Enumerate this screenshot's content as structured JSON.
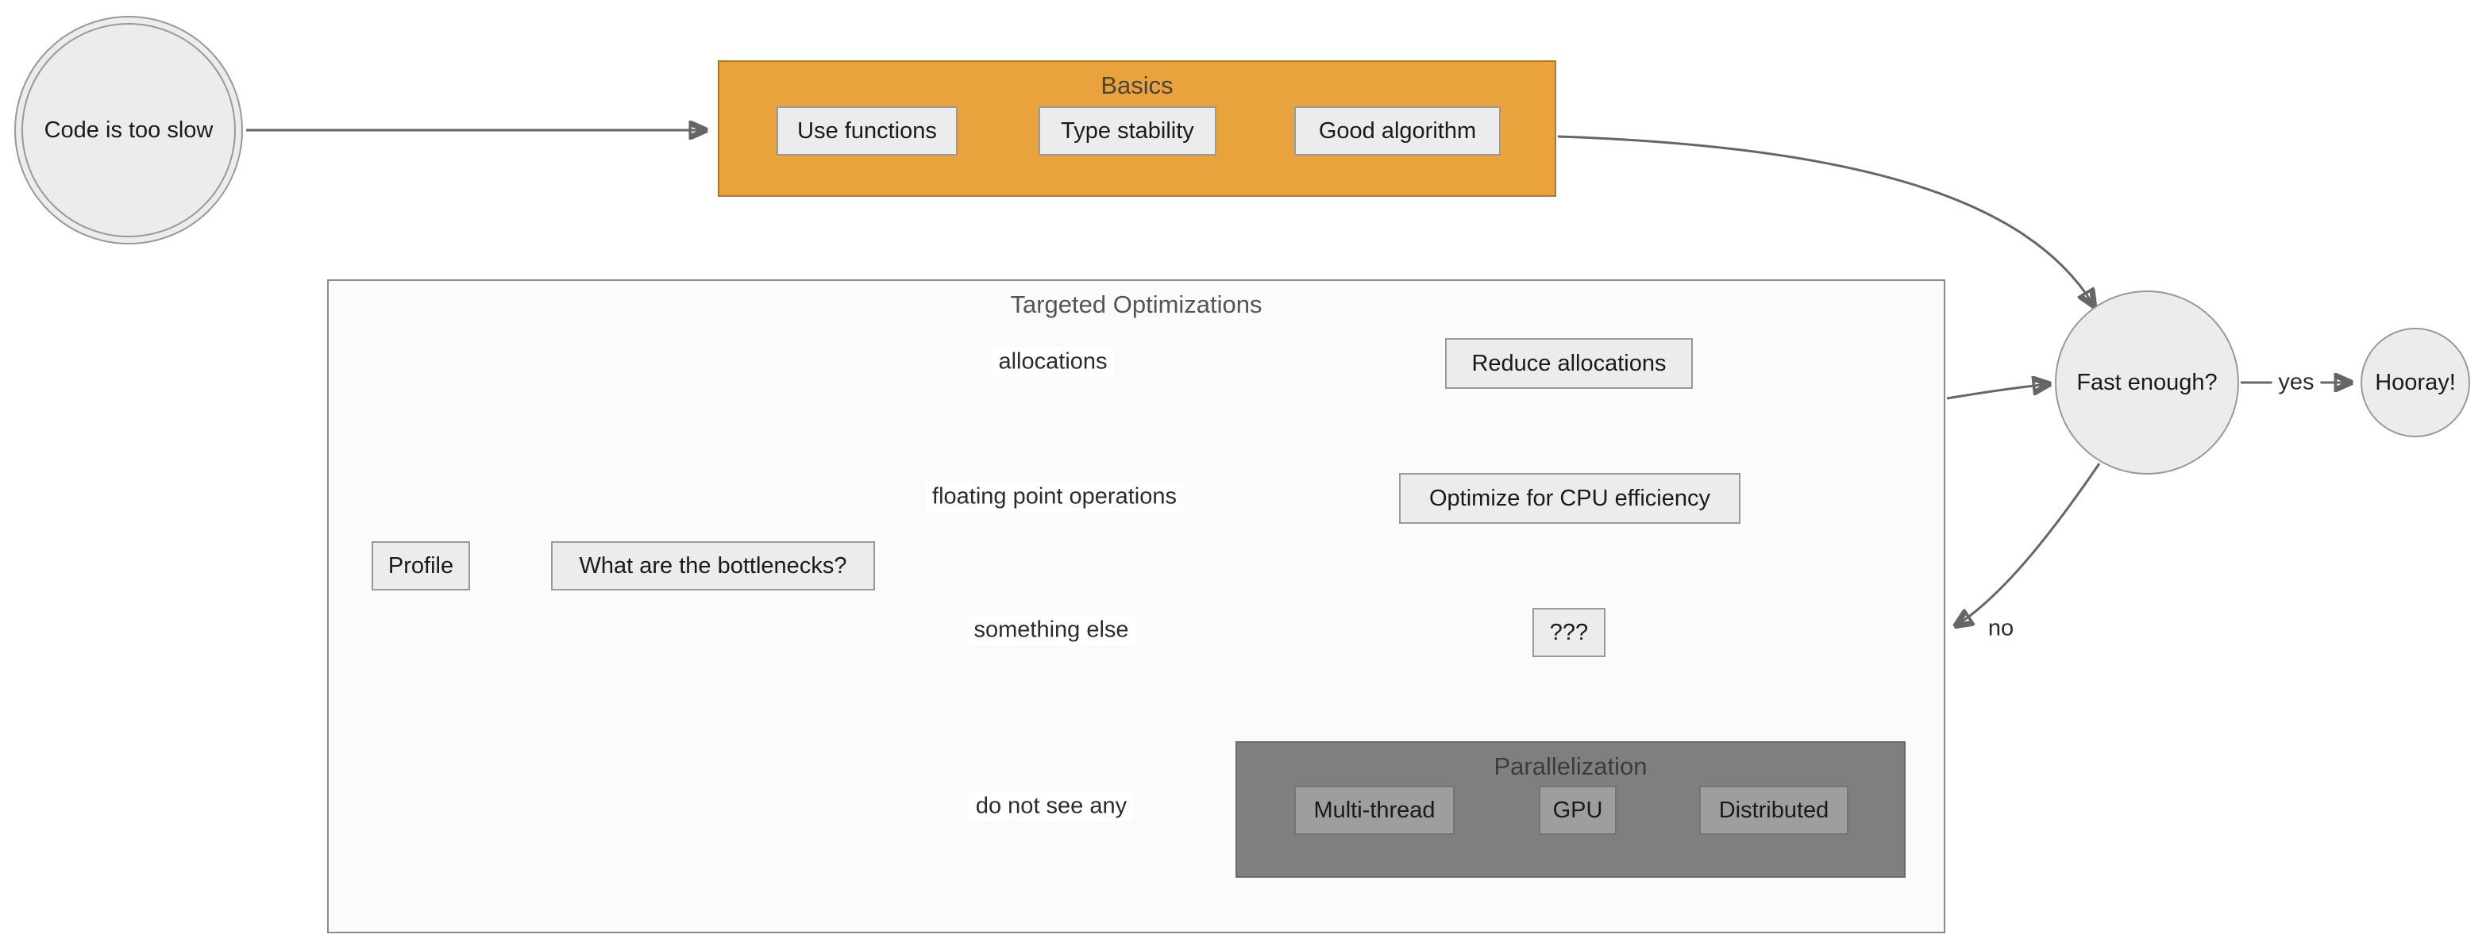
{
  "diagram": {
    "start": {
      "label": "Code is too slow"
    },
    "basics": {
      "title": "Basics",
      "fill": "#E8A33D",
      "items": [
        {
          "label": "Use functions"
        },
        {
          "label": "Type stability"
        },
        {
          "label": "Good algorithm"
        }
      ]
    },
    "targeted": {
      "title": "Targeted Optimizations",
      "profile": {
        "label": "Profile"
      },
      "bottlenecks": {
        "label": "What are the bottlenecks?"
      },
      "reduce_allocations": {
        "label": "Reduce allocations"
      },
      "cpu_efficiency": {
        "label": "Optimize for CPU efficiency"
      },
      "unknown": {
        "label": "???"
      },
      "parallelization": {
        "title": "Parallelization",
        "fill": "#7F7F7F",
        "items": [
          {
            "label": "Multi-thread"
          },
          {
            "label": "GPU"
          },
          {
            "label": "Distributed"
          }
        ]
      }
    },
    "fast_enough": {
      "label": "Fast enough?"
    },
    "hooray": {
      "label": "Hooray!"
    },
    "edge_labels": {
      "allocations": "allocations",
      "floating_point": "floating point operations",
      "something_else": "something else",
      "do_not_see_any": "do not see any",
      "yes": "yes",
      "no": "no"
    },
    "colors": {
      "node_fill": "#ECECEC",
      "node_border": "#999999",
      "edge": "#666666",
      "basics_fill": "#E8A33D",
      "parallelization_fill": "#7F7F7F"
    }
  }
}
